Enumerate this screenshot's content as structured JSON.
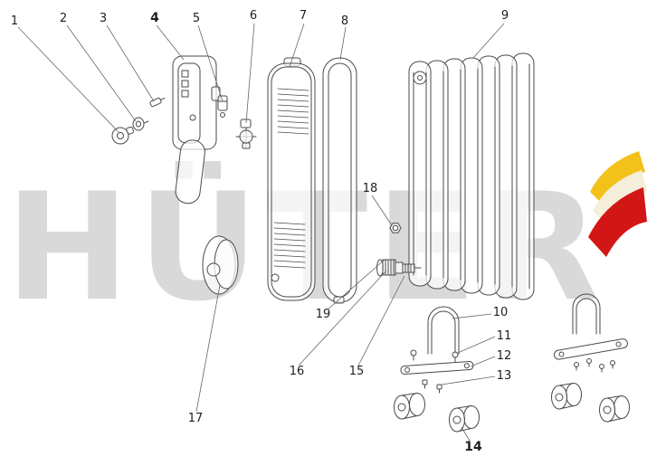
{
  "watermark": {
    "text": "HÜTER",
    "color": "#d9d9d9"
  },
  "logo": {
    "colors": {
      "top": "#f2c21a",
      "middle": "#f4eeda",
      "bottom": "#d21616"
    }
  },
  "labels": {
    "n1": "1",
    "n2": "2",
    "n3": "3",
    "n4": "4",
    "n5": "5",
    "n6": "6",
    "n7": "7",
    "n8": "8",
    "n9": "9",
    "n10": "10",
    "n11": "11",
    "n12": "12",
    "n13": "13",
    "n14": "14",
    "n15": "15",
    "n16": "16",
    "n17": "17",
    "n18": "18",
    "n19": "19"
  }
}
